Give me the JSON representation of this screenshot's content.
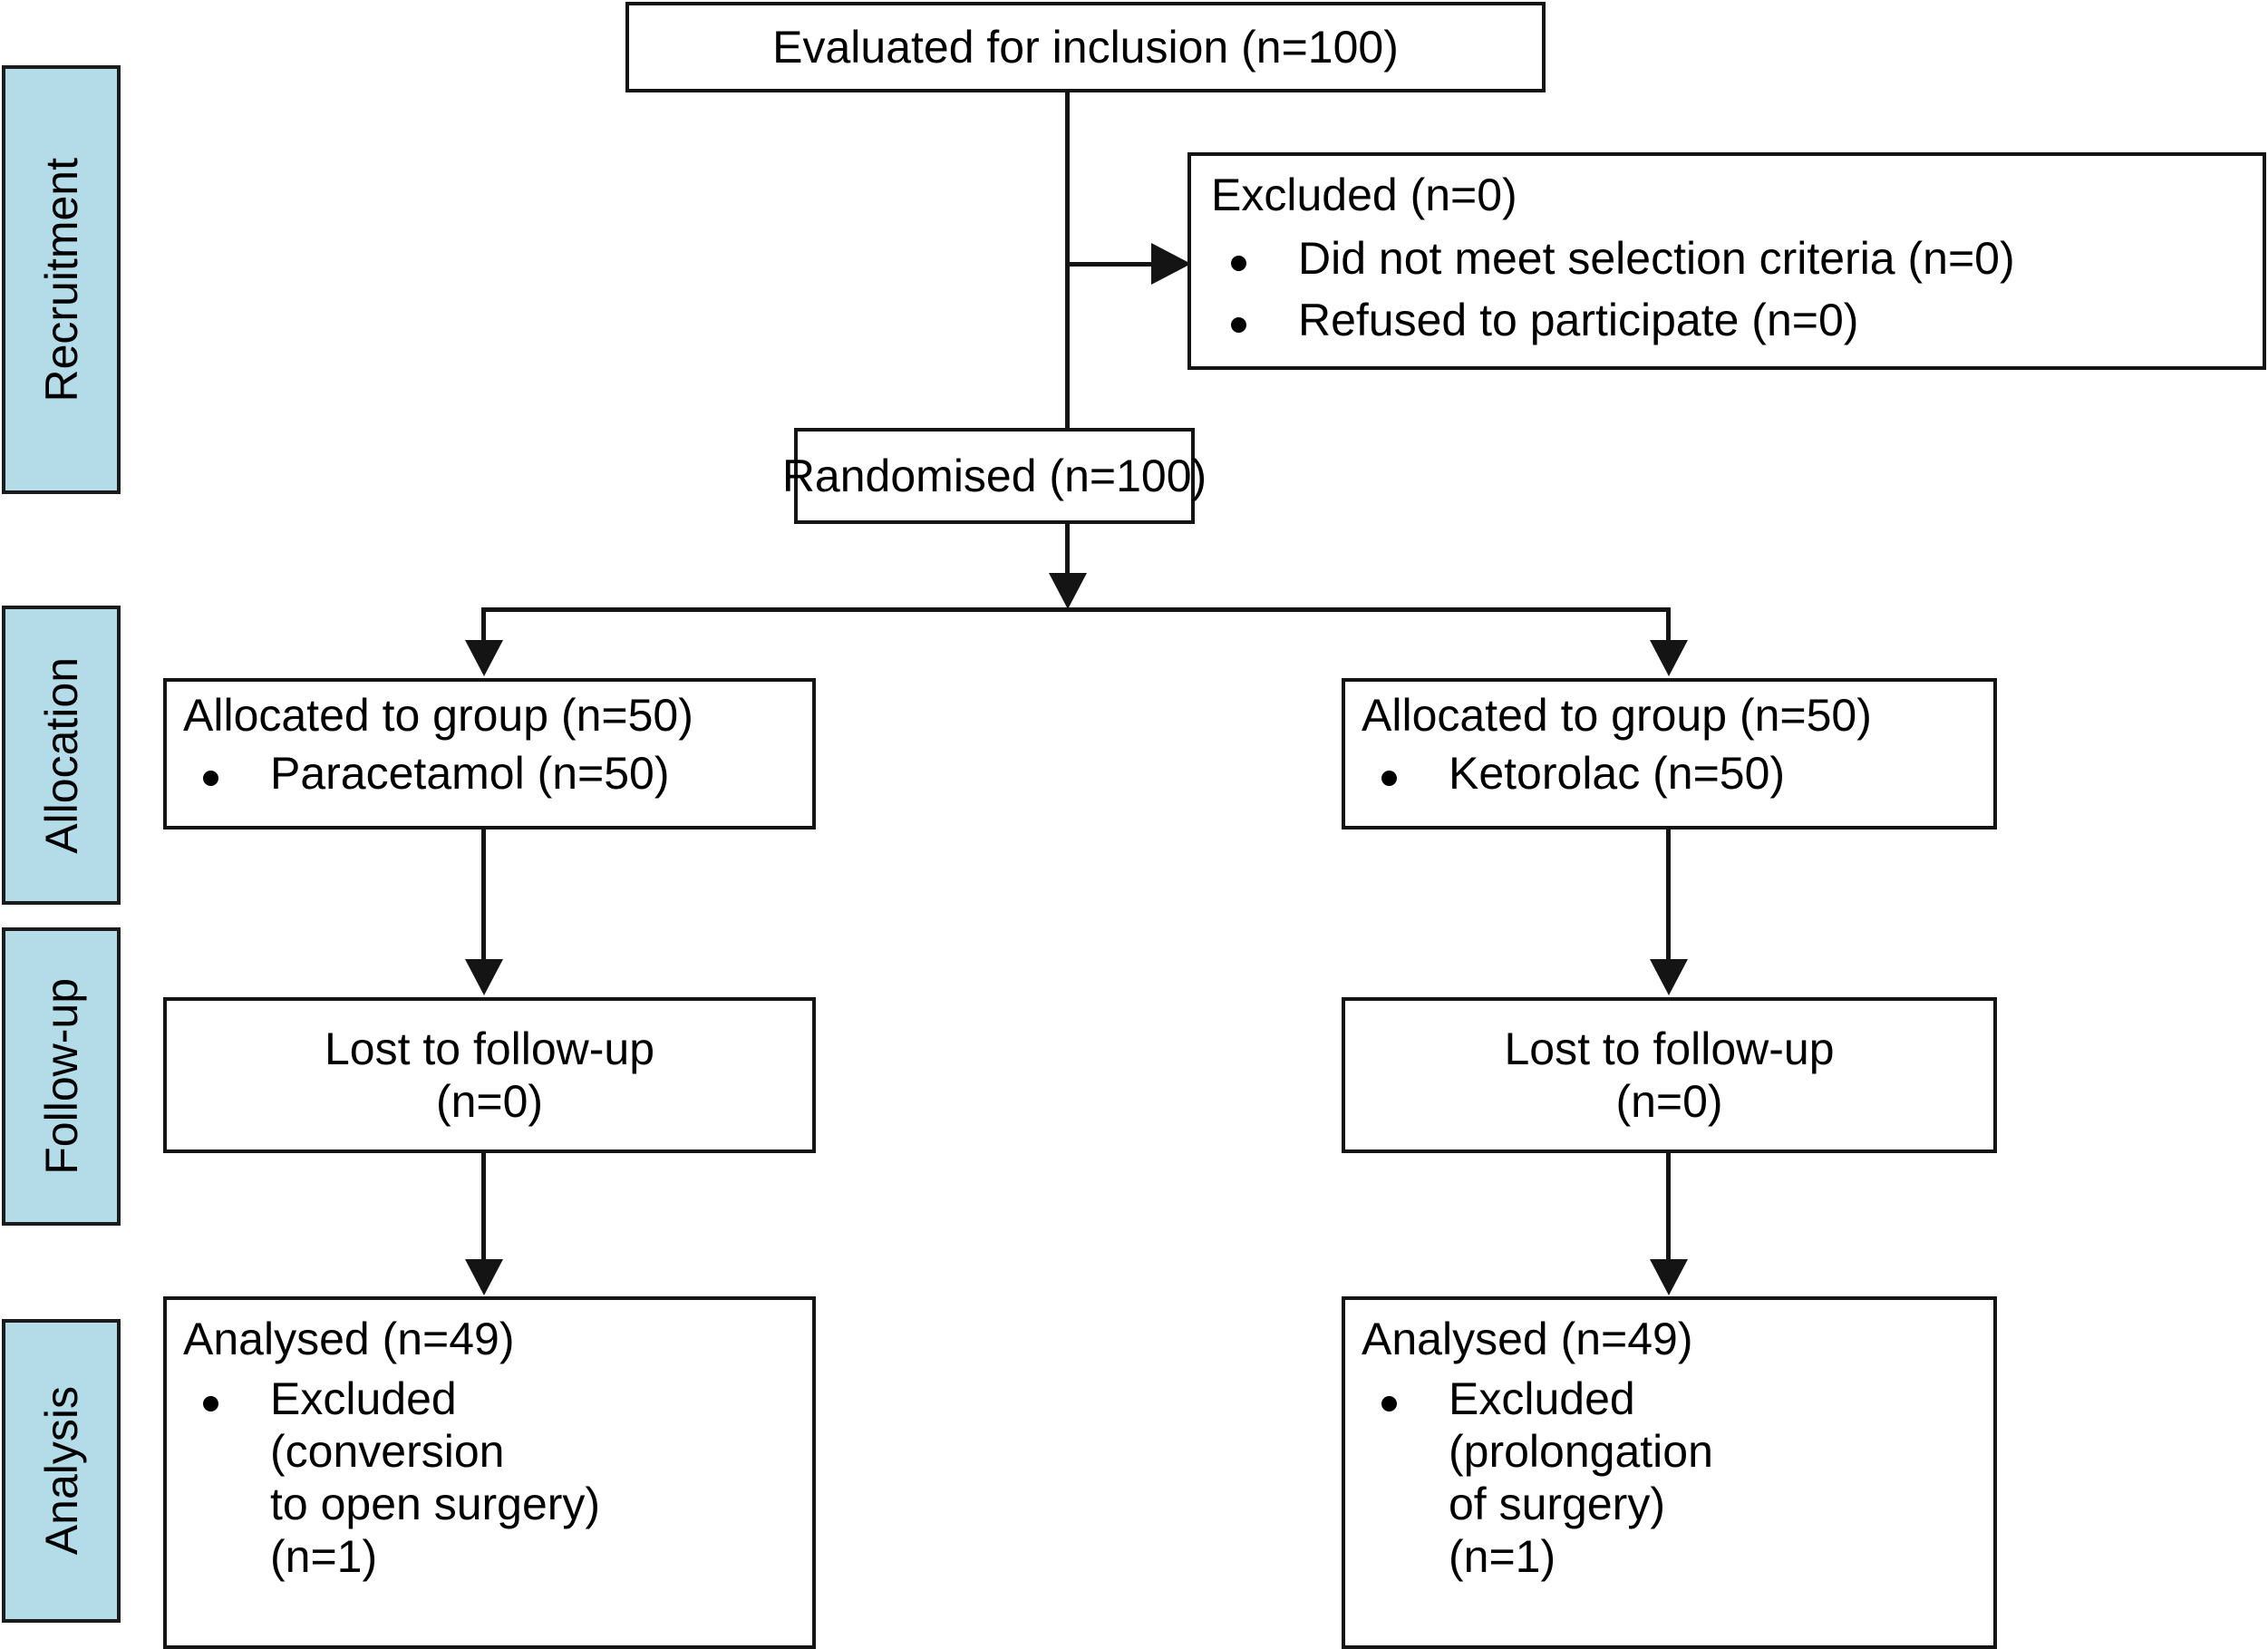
{
  "diagram": {
    "title": "CONSORT participant flow diagram",
    "accent_color": "#b3dbe8",
    "line_color": "#141414",
    "background": "#ffffff"
  },
  "phases": [
    {
      "id": "recruitment",
      "label": "Recruitment"
    },
    {
      "id": "allocation",
      "label": "Allocation"
    },
    {
      "id": "followup",
      "label": "Follow-up"
    },
    {
      "id": "analysis",
      "label": "Analysis"
    }
  ],
  "nodes": {
    "evaluated": {
      "title": "Evaluated for inclusion (n=100)"
    },
    "excluded": {
      "title": "Excluded (n=0)",
      "bullets": [
        "Did not meet selection criteria (n=0)",
        "Refused to participate (n=0)"
      ]
    },
    "randomised": {
      "title": "Randomised (n=100)"
    },
    "alloc_left": {
      "title": "Allocated to group (n=50)",
      "bullets": [
        "Paracetamol (n=50)"
      ]
    },
    "alloc_right": {
      "title": "Allocated to group (n=50)",
      "bullets": [
        "Ketorolac (n=50)"
      ]
    },
    "lost_left": {
      "line1": "Lost to follow-up",
      "line2": "(n=0)"
    },
    "lost_right": {
      "line1": "Lost to follow-up",
      "line2": "(n=0)"
    },
    "analysed_left": {
      "title": "Analysed (n=49)",
      "bullet_lines": [
        "Excluded",
        "(conversion",
        "to open surgery)",
        "(n=1)"
      ]
    },
    "analysed_right": {
      "title": "Analysed (n=49)",
      "bullet_lines": [
        "Excluded",
        "(prolongation",
        "of surgery)",
        "(n=1)"
      ]
    }
  }
}
